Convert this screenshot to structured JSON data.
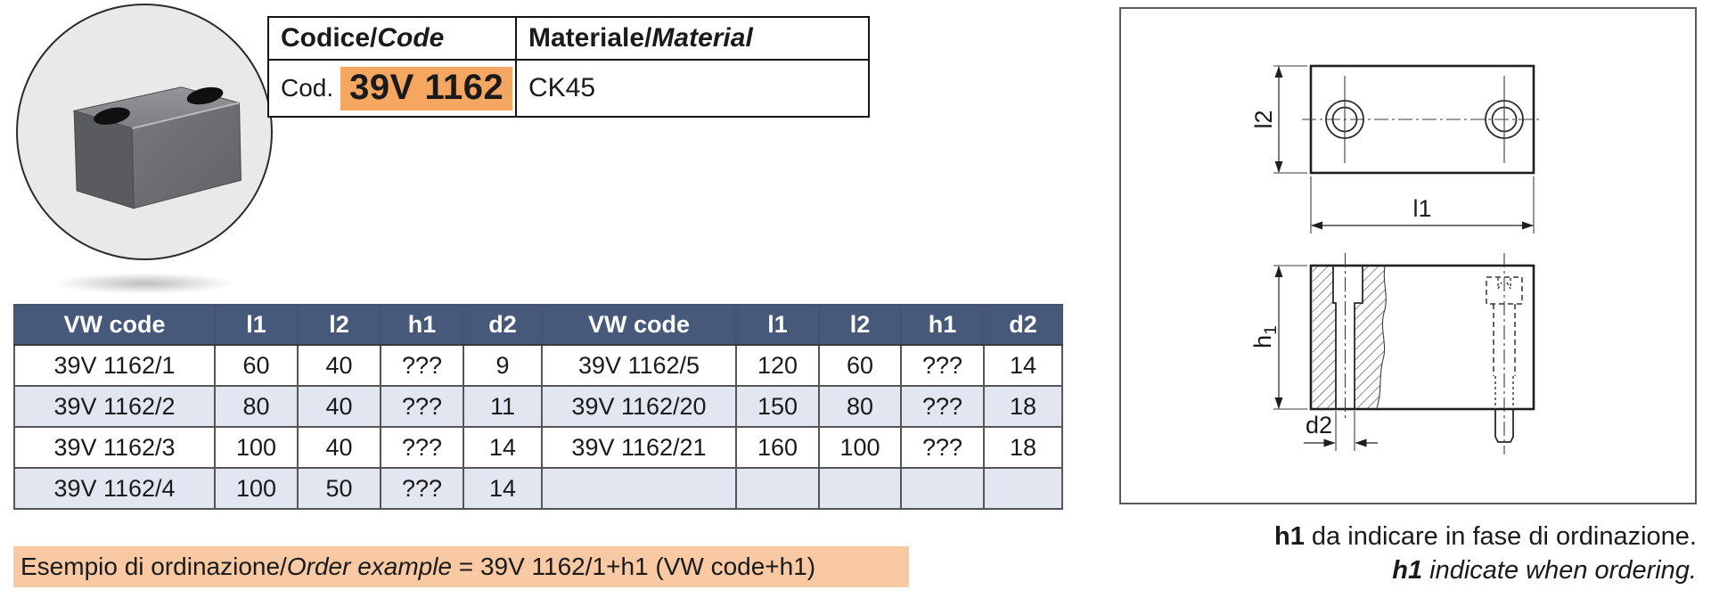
{
  "colors": {
    "table_header_blue": "#47597b",
    "row_alt": "#e1e6f0",
    "code_highlight_orange": "#f5a661",
    "example_bar_orange": "#f8c9a2"
  },
  "code_table": {
    "headers": {
      "code_normal": "Codice/",
      "code_italic": "Code",
      "material_normal": "Materiale/",
      "material_italic": "Material"
    },
    "row": {
      "prefix": "Cod.",
      "code": "39V 1162",
      "material": "CK45"
    }
  },
  "spec_table": {
    "headers": [
      "VW code",
      "l1",
      "l2",
      "h1",
      "d2",
      "VW code",
      "l1",
      "l2",
      "h1",
      "d2"
    ],
    "rows": [
      [
        "39V 1162/1",
        "60",
        "40",
        "???",
        "9",
        "39V 1162/5",
        "120",
        "60",
        "???",
        "14"
      ],
      [
        "39V 1162/2",
        "80",
        "40",
        "???",
        "11",
        "39V 1162/20",
        "150",
        "80",
        "???",
        "18"
      ],
      [
        "39V 1162/3",
        "100",
        "40",
        "???",
        "14",
        "39V 1162/21",
        "160",
        "100",
        "???",
        "18"
      ],
      [
        "39V 1162/4",
        "100",
        "50",
        "???",
        "14",
        "",
        "",
        "",
        "",
        ""
      ]
    ]
  },
  "order_example": {
    "normal": "Esempio di ordinazione/",
    "italic": "Order example",
    "rest": " = 39V 1162/1+h1 (VW code+h1)"
  },
  "drawing": {
    "l2": "l2",
    "l1": "l1",
    "h": "h",
    "h_sub": "1",
    "d2": "d2"
  },
  "footnote": {
    "line1_bold": "h1",
    "line1_rest": " da indicare in fase di ordinazione.",
    "line2_bold": "h1",
    "line2_rest": " indicate when ordering."
  }
}
